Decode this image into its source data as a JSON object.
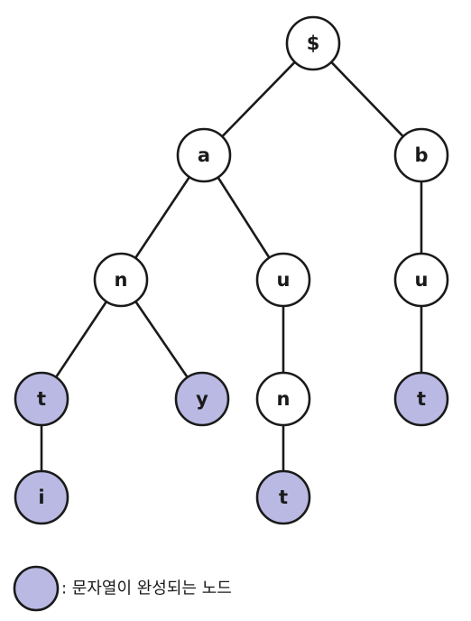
{
  "colors": {
    "complete_fill": "#b9b9e3",
    "normal_fill": "#ffffff",
    "stroke": "#1a1a1a"
  },
  "nodes": [
    {
      "id": "root",
      "label": "$",
      "complete": false
    },
    {
      "id": "a",
      "label": "a",
      "complete": false
    },
    {
      "id": "b",
      "label": "b",
      "complete": false
    },
    {
      "id": "an",
      "label": "n",
      "complete": false
    },
    {
      "id": "au",
      "label": "u",
      "complete": false
    },
    {
      "id": "bu",
      "label": "u",
      "complete": false
    },
    {
      "id": "ant",
      "label": "t",
      "complete": true
    },
    {
      "id": "any",
      "label": "y",
      "complete": true
    },
    {
      "id": "aun",
      "label": "n",
      "complete": false
    },
    {
      "id": "but",
      "label": "t",
      "complete": true
    },
    {
      "id": "anti",
      "label": "i",
      "complete": true
    },
    {
      "id": "aunt",
      "label": "t",
      "complete": true
    }
  ],
  "edges": [
    [
      "root",
      "a"
    ],
    [
      "root",
      "b"
    ],
    [
      "a",
      "an"
    ],
    [
      "a",
      "au"
    ],
    [
      "b",
      "bu"
    ],
    [
      "an",
      "ant"
    ],
    [
      "an",
      "any"
    ],
    [
      "au",
      "aun"
    ],
    [
      "bu",
      "but"
    ],
    [
      "ant",
      "anti"
    ],
    [
      "aun",
      "aunt"
    ]
  ],
  "legend": {
    "text": ": 문자열이 완성되는 노드"
  }
}
